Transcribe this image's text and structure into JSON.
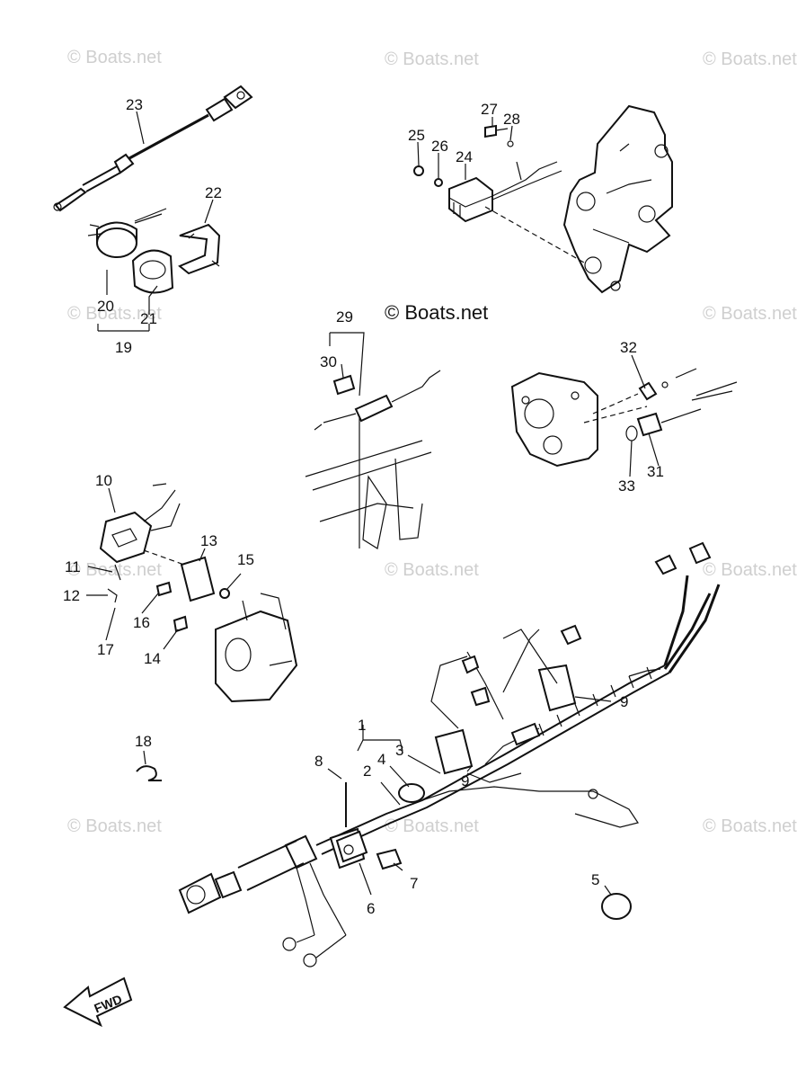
{
  "watermark": "© Boats.net",
  "direction_label": "FWD",
  "callouts": {
    "c1": "1",
    "c2": "2",
    "c3": "3",
    "c4": "4",
    "c5": "5",
    "c6": "6",
    "c7": "7",
    "c8": "8",
    "c9a": "9",
    "c9b": "9",
    "c10": "10",
    "c11": "11",
    "c12": "12",
    "c13": "13",
    "c14": "14",
    "c15": "15",
    "c16": "16",
    "c17": "17",
    "c18": "18",
    "c19": "19",
    "c20": "20",
    "c21": "21",
    "c22": "22",
    "c23": "23",
    "c24": "24",
    "c25": "25",
    "c26": "26",
    "c27": "27",
    "c28": "28",
    "c29": "29",
    "c30": "30",
    "c31": "31",
    "c32": "32",
    "c33": "33"
  }
}
